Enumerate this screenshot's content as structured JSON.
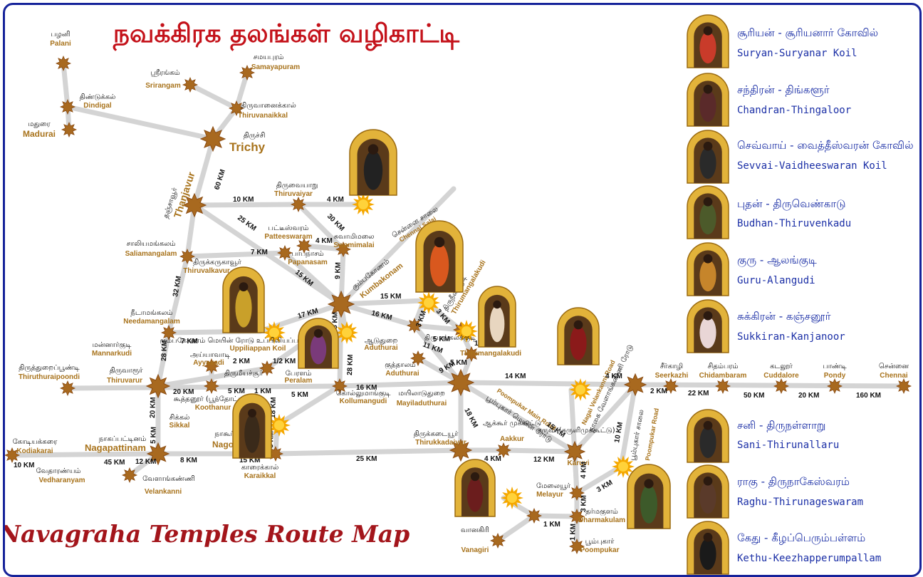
{
  "title_tamil": "நவக்கிரக தலங்கள் வழிகாட்டி",
  "title_english": "Navagraha Temples Route Map",
  "places": [
    {
      "id": "palani",
      "ta": "பழனி",
      "en": "Palani"
    },
    {
      "id": "dindigul",
      "ta": "திண்டுக்கல்",
      "en": "Dindigal"
    },
    {
      "id": "madurai",
      "ta": "மதுரை",
      "en": "Madurai"
    },
    {
      "id": "srirangam",
      "ta": "ஸ்ரீரங்கம்",
      "en": "Srirangam"
    },
    {
      "id": "samayapuram",
      "ta": "சமயபுரம்",
      "en": "Samayapuram"
    },
    {
      "id": "thiruvanaikkal",
      "ta": "திருவானைக்கால்",
      "en": "Thiruvanaikkal"
    },
    {
      "id": "trichy",
      "ta": "திருச்சி",
      "en": "Trichy"
    },
    {
      "id": "thanjavur",
      "ta": "தஞ்சாவூர்",
      "en": "Thanjavur"
    },
    {
      "id": "thiruvaiyar",
      "ta": "திருவையாறு",
      "en": "Thiruvaiyar"
    },
    {
      "id": "patteeswaram",
      "ta": "பட்டீஸ்வரம்",
      "en": "Patteeswaram"
    },
    {
      "id": "swamimalai",
      "ta": "சுவாமிமலை",
      "en": "Swamimalai"
    },
    {
      "id": "papanasam",
      "ta": "பாபநாசம்",
      "en": "Papanasam"
    },
    {
      "id": "saliamangalam",
      "ta": "சாலியமங்கலம்",
      "en": "Saliamangalam"
    },
    {
      "id": "thiruvalkavur",
      "ta": "திருக்கருகாவூர்",
      "en": "Thiruvalkavur"
    },
    {
      "id": "kumbakonam",
      "ta": "கும்பகோணம்",
      "en": "Kumbakonam"
    },
    {
      "id": "needamangalam",
      "ta": "நீடாமங்கலம்",
      "en": "Needamangalam"
    },
    {
      "id": "mannarkudi",
      "ta": "மன்னார்குடி",
      "en": "Mannarkudi"
    },
    {
      "id": "uppiliappan",
      "ta": "கும்பகோணம் மெயின் ரோடு உப்பிலியப்பன் கோயில்",
      "en": "Uppiliappan Koil"
    },
    {
      "id": "ayyavadi",
      "ta": "அய்யாவாடி",
      "en": "Ayyavadi"
    },
    {
      "id": "thirumeeyachur",
      "ta": "திருமீயச்சூர்",
      "en": ""
    },
    {
      "id": "peralam",
      "ta": "பேரளம்",
      "en": "Peralam"
    },
    {
      "id": "thiruthuraipoondi",
      "ta": "திருத்துறைப்பூண்டி",
      "en": "Thiruthuraipoondi"
    },
    {
      "id": "thiruvarur",
      "ta": "திருவாரூர்",
      "en": "Thiruvarur"
    },
    {
      "id": "koothanur",
      "ta": "கூத்தனூர் (பூந்தோட்டம்)",
      "en": "Koothanur"
    },
    {
      "id": "sikkal",
      "ta": "சிக்கல்",
      "en": "Sikkal"
    },
    {
      "id": "nagapattinam",
      "ta": "நாகப்பட்டினம்",
      "en": "Nagapattinam"
    },
    {
      "id": "nagoor",
      "ta": "நாகூர்",
      "en": "Nagoor"
    },
    {
      "id": "karaikkal",
      "ta": "காரைக்கால்",
      "en": "Karaikkal"
    },
    {
      "id": "kodiakarai",
      "ta": "கோடியக்கரை",
      "en": "Kodiakarai"
    },
    {
      "id": "vedharanyam",
      "ta": "வேதாரண்யம்",
      "en": "Vedharanyam"
    },
    {
      "id": "velankanni",
      "ta": "வேளாங்கண்ணி",
      "en": "Velankanni"
    },
    {
      "id": "kollumangudi",
      "ta": "கொல்லுமாங்குடி",
      "en": "Kollumangudi"
    },
    {
      "id": "mayiladuthurai",
      "ta": "மயிலாடுதுறை",
      "en": "Mayiladuthurai"
    },
    {
      "id": "aduthurai1",
      "ta": "ஆடுதுறை",
      "en": "Aduthurai"
    },
    {
      "id": "aduthurai2",
      "ta": "குத்தாலம்",
      "en": "Aduthurai"
    },
    {
      "id": "thirumangalakudi",
      "ta": "திருமங்கலக்குடி",
      "en": "Thirumangalakudi"
    },
    {
      "id": "thiruneelakudi",
      "ta": "திருநீலக்குடி",
      "en": "Thirumangalakudi"
    },
    {
      "id": "thirukkadaiyur",
      "ta": "திருக்கடையூர்",
      "en": "Thirukkadaiyur"
    },
    {
      "id": "aakkur",
      "ta": "ஆக்கூர் முக்கூட்டு",
      "en": "Aakkur"
    },
    {
      "id": "karuvi",
      "ta": "கருவி (சுருளிமுக்கூட்டு)",
      "en": "Karuvi"
    },
    {
      "id": "melayur",
      "ta": "மேலையூர்",
      "en": "Melayur"
    },
    {
      "id": "dharmakulam",
      "ta": "தர்மகுளம்",
      "en": "Dharmakulam"
    },
    {
      "id": "poompukar",
      "ta": "பூம்புகார்",
      "en": "Poompukar"
    },
    {
      "id": "vanagiri",
      "ta": "வானகிரி",
      "en": "Vanagiri"
    },
    {
      "id": "seerkazhi",
      "ta": "சீர்காழி",
      "en": "Seerkazhi"
    },
    {
      "id": "chidambaram",
      "ta": "சிதம்பரம்",
      "en": "Chidambaram"
    },
    {
      "id": "cuddalore",
      "ta": "கடலூர்",
      "en": "Cuddalore"
    },
    {
      "id": "pondy",
      "ta": "பாண்டி",
      "en": "Pondy"
    },
    {
      "id": "chennai",
      "ta": "சென்னை",
      "en": "Chennai"
    }
  ],
  "road_labels": {
    "chennai_salai_ta": "சென்னை சாலை",
    "chennai_salai_en": "Chennai Salai",
    "poompukar_main_ta": "பூம்புகார் மெயின் ரோடு",
    "poompukar_main_en": "Poompukar Main Road",
    "nagai_vel_ta": "நாகை வேளாங்கண்ணி ரோடு",
    "nagai_vel_en": "Nagai Velankanni Road",
    "poompukar_road_ta": "பூம்புகார் சாலை",
    "poompukar_road_en": "Poompukar Road"
  },
  "distances": [
    "60 KM",
    "10 KM",
    "4 KM",
    "25 KM",
    "30 KM",
    "4 KM",
    "7 KM",
    "9 KM",
    "15 KM",
    "32 KM",
    "17 KM",
    "5 KM",
    "15 KM",
    "3 KM",
    "3 KM",
    "16 KM",
    "5 KM",
    "14 KM",
    "11 KM",
    "9 KM",
    "5 KM",
    "7 KM",
    "2 KM",
    "1/2 KM",
    "28 KM",
    "28 KM",
    "20 KM",
    "5 KM",
    "1 KM",
    "5 KM",
    "16 KM",
    "18 KM",
    "5 KM",
    "20 KM",
    "5 KM",
    "12 KM",
    "8 KM",
    "15 KM",
    "10 KM",
    "45 KM",
    "25 KM",
    "4 KM",
    "12 KM",
    "18 KM",
    "15 KM",
    "14 KM",
    "4 KM",
    "2 KM",
    "22 KM",
    "50 KM",
    "20 KM",
    "160 KM",
    "10 KM",
    "4 KM",
    "3 KM",
    "3 KM",
    "1 KM",
    "1 KM"
  ],
  "legend": [
    {
      "ta": "சூரியன் - சூரியனார் கோவில்",
      "en": "Suryan-Suryanar Koil"
    },
    {
      "ta": "சந்திரன் - திங்களூர்",
      "en": "Chandran-Thingaloor"
    },
    {
      "ta": "செவ்வாய் - வைத்தீஸ்வரன் கோவில்",
      "en": "Sevvai-Vaidheeswaran Koil"
    },
    {
      "ta": "புதன் - திருவெண்காடு",
      "en": "Budhan-Thiruvenkadu"
    },
    {
      "ta": "குரு - ஆலங்குடி",
      "en": "Guru-Alangudi"
    },
    {
      "ta": "சுக்கிரன் - கஞ்சனூர்",
      "en": "Sukkiran-Kanjanoor"
    },
    {
      "ta": "சனி - திருநள்ளாறு",
      "en": "Sani-Thirunallaru"
    },
    {
      "ta": "ராகு - திருநாகேஸ்வரம்",
      "en": "Raghu-Thirunageswaram"
    },
    {
      "ta": "கேது - கீழப்பெரும்பள்ளம்",
      "en": "Kethu-Keezhapperumpallam"
    }
  ],
  "colors": {
    "road": "#d4d4d4",
    "node": "#a8691f",
    "node_dark": "#8a4b12",
    "sun": "#f5a800",
    "sun_core": "#ffd23a",
    "title_red": "#c4121a",
    "legend_blue": "#1b2fa6",
    "place_en": "#a8731c"
  }
}
